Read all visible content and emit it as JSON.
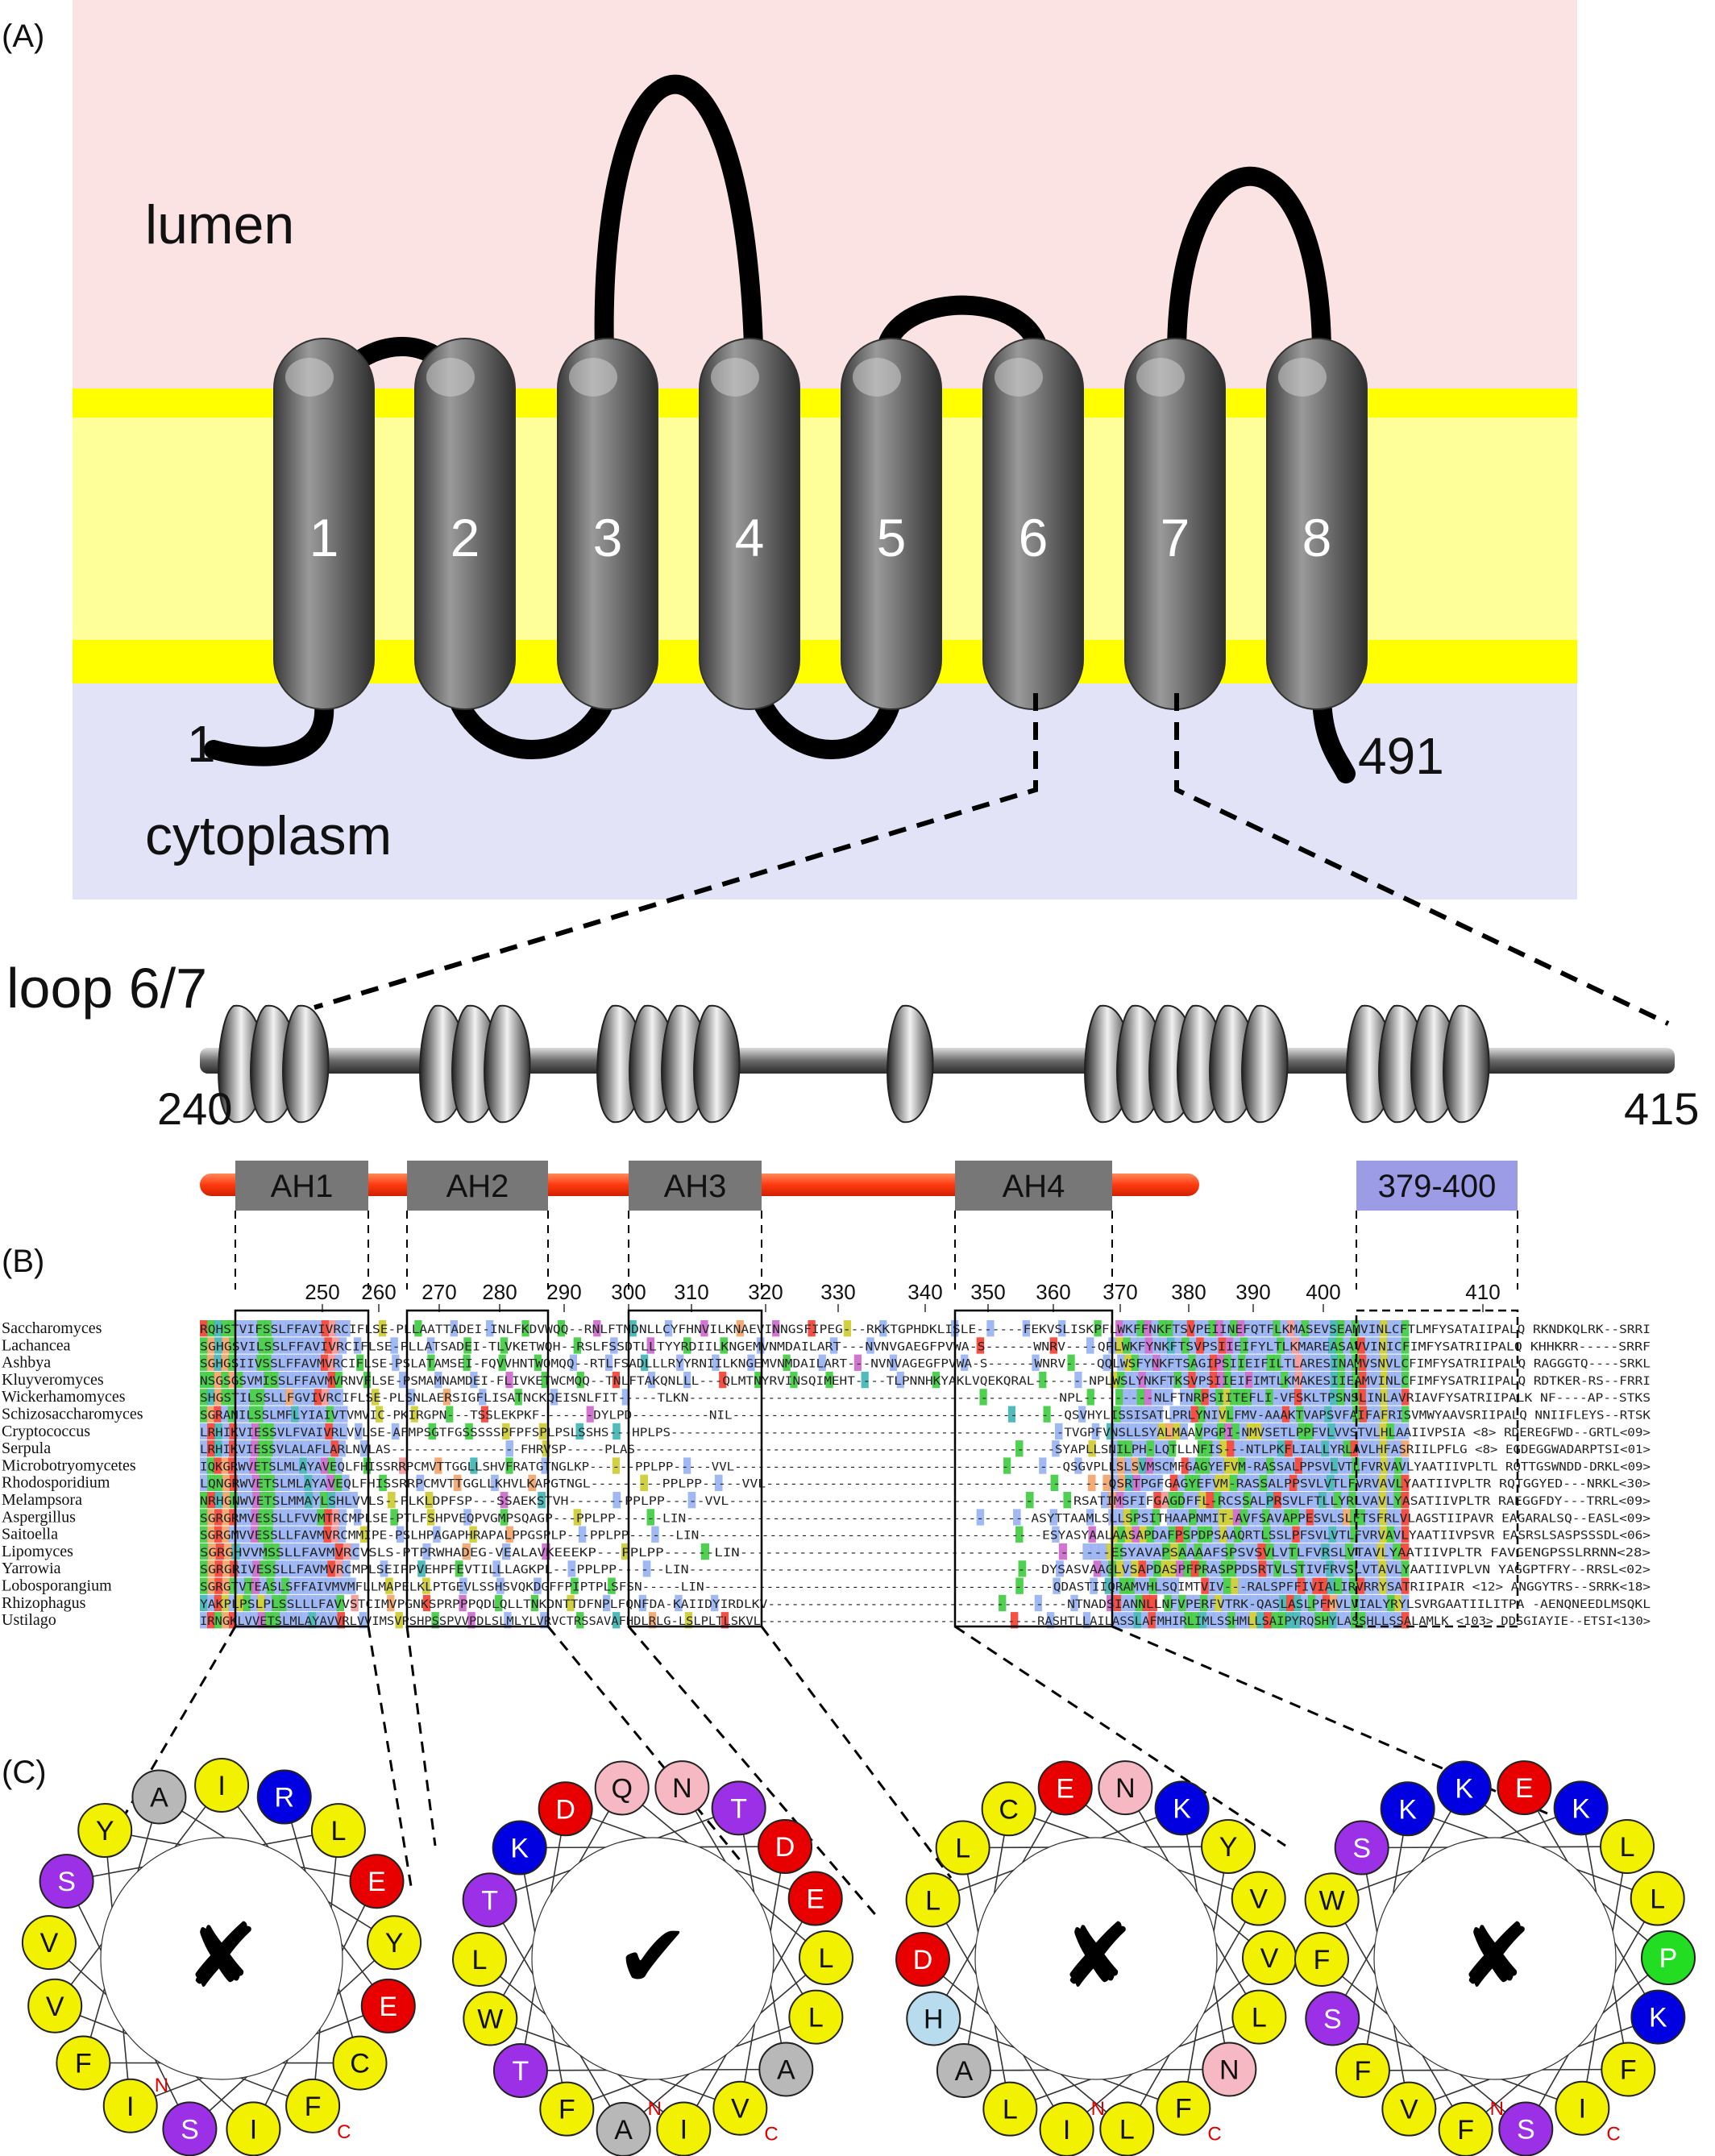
{
  "panel_labels": {
    "a": "(A)",
    "b": "(B)",
    "c": "(C)"
  },
  "topology": {
    "lumen": "lumen",
    "cytoplasm": "cytoplasm",
    "n_terminus": "1",
    "c_terminus": "491",
    "helices": [
      "1",
      "2",
      "3",
      "4",
      "5",
      "6",
      "7",
      "8"
    ]
  },
  "loop": {
    "title": "loop 6/7",
    "start": "240",
    "end": "415",
    "segments": [
      {
        "label": "AH1",
        "color": "#777777"
      },
      {
        "label": "AH2",
        "color": "#777777"
      },
      {
        "label": "AH3",
        "color": "#777777"
      },
      {
        "label": "AH4",
        "color": "#777777"
      },
      {
        "label": "379-400",
        "color": "#9b9be6"
      }
    ]
  },
  "alignment": {
    "ruler": [
      "250",
      "260",
      "270",
      "280",
      "290",
      "300",
      "310",
      "320",
      "330",
      "340",
      "350",
      "360",
      "370",
      "380",
      "390",
      "400",
      "410"
    ],
    "species": [
      "Saccharomyces",
      "Lachancea",
      "Ashbya",
      "Kluyveromyces",
      "Wickerhamomyces",
      "Schizosaccharomyces",
      "Cryptococcus",
      "Serpula",
      "Microbotryomycetes",
      "Rhodosporidium",
      "Melampsora",
      "Aspergillus",
      "Saitoella",
      "Lipomyces",
      "Yarrowia",
      "Lobosporangium",
      "Rhizophagus",
      "Ustilago"
    ],
    "sequences": [
      "RQHSTVIFSSLFFAVIVRCIFLSE-PLLAATTADEI-INLFKDVWQQ--RNLFTNDNLLCYFHNVILKNAEVINNGSFIPEG---RKKTGPHDKLISLE------FEKVSLISKPFLWKFFNKFTSVPEIINEFQTFLKMASEVSEAMVINLCFTLMFYSATAIIPALQ  RKNDKQLRK--SRRI",
      "SGHGSVILSSLFFAVIVRCIFLSE-PLLATSADEI-TLVKETWQH--RSLFSSDTLLTYYRDIILKNGEMVNMDAILART---NVNVGAEGFPVWA-S------WNRV----QPLWKFYNKFTSVPSIIEIFYLTLKMAREASAVVINICFIMFYSATRIIPALQ  KHHKRR-----SRRF",
      "SGHGSIIVSSLFFAVMVRCIFLSE-PSLATAMSEI-FQVVHNTWQMQQ--RTLFSADLLLRYYRNIILKNGEMVNMDAILART---NVNVAGEGFPVWA-S------WNRV----QQLWSFYNKFTSAGIPSIIEIFILTLARESINAMVSNVLCFIMFYSATRIIPALQ  RAGGGTQ----SRKL",
      "NSGSGSVMISSLFFAVMVRNVFLSE-PSMAMNAMDEI-FLIVKETWCMQQ--TNLFTAKQNLLL---QLMTNYRVINSQIMEHT----TLPNNHKYAKLVQEKQRAL-------NPLWSLYNKFTKSVPSIIEIFIMTLKMAKESIIEAMVINLCFIMFYSATRIIPALQ  RDTKER-RS--FRRI",
      "SHGSTILSSLLFGVIVRCIFLSE-PLSNLAERSIGFLISATNCKQEISNLFIT-----TLKN-----------------------------------------------NPL---------NLFTNRPSIITEFLI-VFSKLTPSNSLINLAVRIAVFYSATRIIPALK  NF----AP--STKS",
      "SGRANILSSLMFLYIAIVTVMVIC-PKIRGPN---TSSLEKPKF-------DYLPD----------NIL-------------------------------------------QSVHYLISSISATLPRLYNIVLFMV-AAAKTVAPSVFAIFAFRISVMWYAAVSRIIPALQ  NNIIFLEYS--RTSK",
      "LRHIKVIESSVLFVAIVRLVVLSE-AFMPSGTFGSSSSSPFPFSPLPSLSSHS---HPLPS---------------------------------------------------TVGPFVNSLLSYALMAAVPGPI-NMVSETLPPFVLVVSTVLHLAAIIVPSIA <8> RDEREGFWD--GRTL<09>",
      "LRHIKVIESSVLALAFLARLNVLAS-----------------FHRVSP-----PLAS-------------------------------------------------------SYAPLLSNILPH-LQTLLNFIS---NTLPKFLIALLYRLAVLHFASRIILPFLG <8> EGDEGGWADARPTSI<01>",
      "IQKGRWVETSLMLAYAVEQLFHISSRRPCMVTTGGLLSHVFRATGTNGLKP------PPLPP-----VVL-------------------------------------------QSGVPLLSLSVMSCMFGAGYEFVM-RASSALPPSVLVTLFVRVAVLYAATIIVPLTL  RQTTGSWNDD-DRKL<09>",
      "LQNGRWVETSLMLAYAVEQLFHISSRRPCMVTTGGLLKHVLKAPGTNGL---------PPLPP-----VVL-------------------------------------------QSRTPGFGAGYEFVM-RASSALPPSVLVTLFVRVAVLYAATIIVPLTR  RQTGGYED---NRKL<30>",
      "NRHGNWVETSLMMAYLSHLVVLS--PLKLDPFSP---SSAEKSTVH-------PPLPP-----VVL-------------------------------------------RSATIMSFIFGAGDFFL-RCSSALPRSVLFTLLYRLVAVLYASATIIVPLTR  RAEGGFDY---TRRL<09>",
      "SGRGRMVESSLLFVVMTRCMPLSE-PTLFSHPVEQPVGMPSQAGP---PPLPP------LIN--------------------------------------------ASYTTAAMLSLLSPSITHAAPNMIT-AVFSAVAPPESVLSLFTSFRLVLAGSTIIPAVR  EAGARALSQ--EASL<09>",
      "SGRGMVVESSLLFAVMVRCMMIPE-PSLHPAGAPHRAPALPPGSPLP---PPLPP------LIN--------------------------------------------ESYASYAALAASAPDAFPSPDPSAAQRTLSSLPFSVLVTLFVRVAVLYAATIIVPSVR  EASRSLSASPSSSDL<06>",
      "SGRGHVVMSSLLFAVMVRCVSLS-PTPRWHADEG-VEALAVKEEEKP---PPLPP------LIN--------------------------------------------ESYAVAPSAAAAFSPSVSVLVTLFVRSLVTAVLYAATIIVPLTR  FAVGENGPSSLRRNN<28>",
      "SGRGRIVESSLLFAVMVRCMPLSEIPPVEHPFEVTILLLAGKPL---PPLPP------LIN--------------------------------------------DYSASVAAGLVSAPDASPFPRASPPDSRTVLSTIVFRVSLVTAVLYAATIIVPLVN  YAGGPTFRY--RRSL<02>",
      "SGRGTVTEASLSFFAIVMVMFLLMAPELKLPTGEVLSSHSVQKDGFFPIPTPLSFSN-----LIN---------------------------------------------QDASTIIQRAMVHLSQIMTVIV---RALSPFFIVIALIRVRRYSATRIIPAIR <12> ANGGYTRS--SRRK<18>",
      "YAKPLPSLPLSSLLLFAVVSTCIMVPGNKSPRPPPQDLQLLTNKDNTTDFNPLFQNFDA-KAIIDYIRDLKV--------------------------------------NTNADSIANNLLNFVPERFVTRK-QASLASLPFMVLVIALYRYLSVRGAATIILITPA  -AENQNEEDLMSQKL",
      "IRNGKLVVETSLMLAYAVVRLVVIMSVPSHPSSPVVPDLSLMLYLVRVCTRSSAVAFHDLRLG-LSLPLTLSKVL-------------------------------------RASHTLLAILASSLAFMHIRLIMLSSHMLLSAIPYRQSHYLASSHLLSSALAMLK <103> DDSGIAYIE--ETSI<130>"
    ]
  },
  "wheels": [
    {
      "verdict": "✘",
      "residues": [
        "R",
        "L",
        "E",
        "Y",
        "E",
        "C",
        "F",
        "I",
        "S",
        "I",
        "F",
        "V",
        "V",
        "S",
        "Y",
        "A",
        "I"
      ],
      "colors": [
        "blue",
        "yellow",
        "red",
        "yellow",
        "red",
        "yellow",
        "yellow",
        "yellow",
        "purple",
        "yellow",
        "yellow",
        "yellow",
        "yellow",
        "purple",
        "yellow",
        "grey",
        "yellow"
      ],
      "marks": {
        "n": "N",
        "c": "C"
      }
    },
    {
      "verdict": "✔",
      "residues": [
        "N",
        "T",
        "D",
        "E",
        "L",
        "L",
        "A",
        "V",
        "I",
        "A",
        "F",
        "T",
        "W",
        "L",
        "T",
        "K",
        "D",
        "Q"
      ],
      "colors": [
        "pink",
        "purple",
        "red",
        "red",
        "yellow",
        "yellow",
        "grey",
        "yellow",
        "yellow",
        "grey",
        "yellow",
        "purple",
        "yellow",
        "yellow",
        "purple",
        "blue",
        "red",
        "pink"
      ],
      "marks": {
        "n": "N",
        "c": "C"
      }
    },
    {
      "verdict": "✘",
      "residues": [
        "N",
        "K",
        "Y",
        "V",
        "V",
        "L",
        "N",
        "F",
        "L",
        "I",
        "L",
        "A",
        "H",
        "D",
        "L",
        "L",
        "C",
        "E"
      ],
      "colors": [
        "pink",
        "blue",
        "yellow",
        "yellow",
        "yellow",
        "yellow",
        "pink",
        "yellow",
        "yellow",
        "yellow",
        "yellow",
        "grey",
        "lightblue",
        "red",
        "yellow",
        "yellow",
        "yellow",
        "red"
      ],
      "marks": {
        "n": "N",
        "c": "C"
      }
    },
    {
      "verdict": "✘",
      "residues": [
        "E",
        "K",
        "L",
        "L",
        "P",
        "K",
        "F",
        "I",
        "S",
        "F",
        "V",
        "F",
        "S",
        "F",
        "W",
        "S",
        "K",
        "K"
      ],
      "colors": [
        "red",
        "blue",
        "yellow",
        "yellow",
        "green",
        "blue",
        "yellow",
        "yellow",
        "purple",
        "yellow",
        "yellow",
        "yellow",
        "purple",
        "yellow",
        "yellow",
        "purple",
        "blue",
        "blue"
      ],
      "marks": {
        "n": "N",
        "c": "C"
      }
    }
  ],
  "colors": {
    "lumen_bg": "#fce3e3",
    "cytoplasm_bg": "#e3e3f8",
    "membrane": "#ffff66",
    "membrane_edge": "#ffff00",
    "helix": "#6e6e6e",
    "residue_yellow": "#f2f200",
    "residue_red": "#e80000",
    "residue_blue": "#0000e0",
    "residue_purple": "#9b30e6",
    "residue_grey": "#b8b8b8",
    "residue_pink": "#f6b8c2",
    "residue_lightblue": "#b8dced",
    "residue_green": "#22dd22"
  }
}
